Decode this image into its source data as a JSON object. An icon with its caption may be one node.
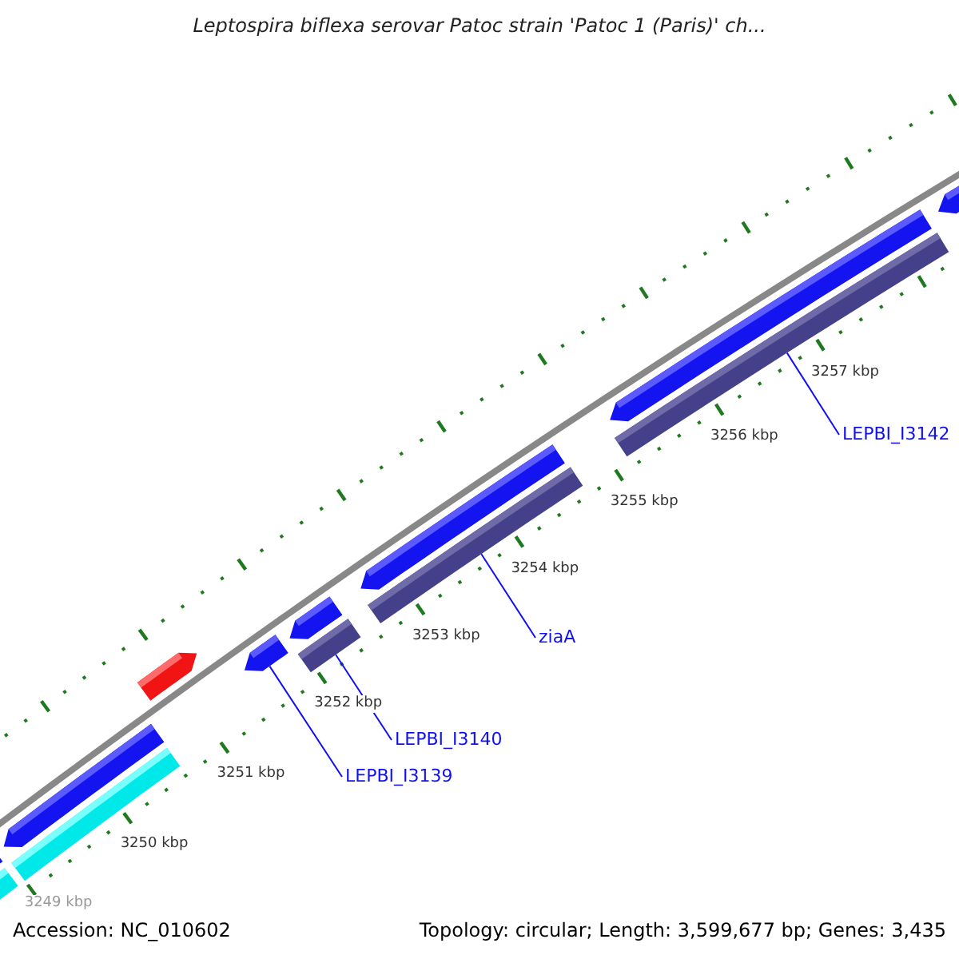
{
  "diagram": {
    "title": "Leptospira biflexa serovar Patoc strain 'Patoc 1 (Paris)' ch...",
    "nodes": [
      {
        "text": [
          "LEPBI_I3139"
        ]
      },
      {
        "text": [
          "LEPBI_I3140"
        ]
      },
      {
        "text": [
          "ziaA"
        ]
      },
      {
        "text": [
          "LEPBI_I3142"
        ]
      },
      {
        "text": [],
        "shape": "bar"
      },
      {
        "text": [],
        "shape": "bar"
      },
      {
        "text": [],
        "shape": "bar"
      },
      {
        "text": [],
        "shape": "bar"
      }
    ],
    "edges": [
      {
        "from": 0,
        "to": 4,
        "arrow": "none"
      },
      {
        "from": 1,
        "to": 5,
        "arrow": "none"
      },
      {
        "from": 2,
        "to": 6,
        "arrow": "none"
      },
      {
        "from": 3,
        "to": 7,
        "arrow": "none"
      }
    ],
    "labels": [
      "3257 kbp",
      "3256 kbp",
      "3255 kbp",
      "3254 kbp",
      "3253 kbp",
      "3252 kbp",
      "3251 kbp",
      "3250 kbp",
      "3249 kbp",
      "Accession: NC_010602",
      "Topology: circular; Length: 3,599,677 bp; Genes: 3,435"
    ]
  }
}
